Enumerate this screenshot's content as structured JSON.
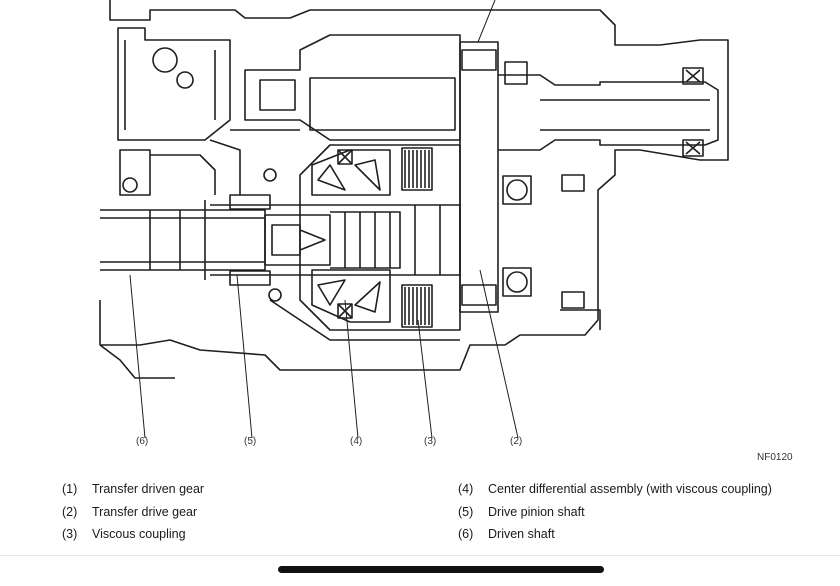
{
  "figure": {
    "code": "NF0120"
  },
  "callouts": [
    "(6)",
    "(5)",
    "(4)",
    "(3)",
    "(2)"
  ],
  "legend_left": [
    {
      "num": "(1)",
      "text": "Transfer driven gear"
    },
    {
      "num": "(2)",
      "text": "Transfer drive gear"
    },
    {
      "num": "(3)",
      "text": "Viscous coupling"
    }
  ],
  "legend_right": [
    {
      "num": "(4)",
      "text": "Center differential assembly (with viscous coupling)"
    },
    {
      "num": "(5)",
      "text": "Drive pinion shaft"
    },
    {
      "num": "(6)",
      "text": "Driven shaft"
    }
  ]
}
